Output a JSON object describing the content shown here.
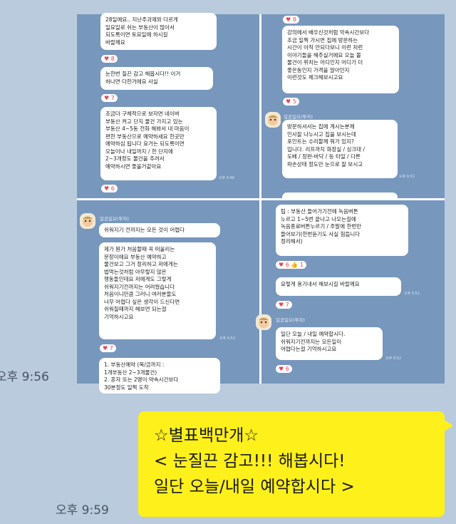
{
  "messages": {
    "image_time": "오후 9:56",
    "text_time": "오후 9:59",
    "text_message": {
      "line1": "☆별표백만개☆",
      "line2": "< 눈질끈 감고!!! 해봅시다!",
      "line3": "일단 오늘/내일 예약합시다 >"
    }
  },
  "screenshot": {
    "tl": {
      "b1": "28일에요.. 지난주과제와 다르게\n일요일로 쉬는 부동산이 많아서\n되도록이면 토요일에 하시길\n바랄께요",
      "h1": "♥ 8",
      "b2": "눈한번 질끈 감고 해봅시다!! 이거\n하나면 다한거에요 사실",
      "h2": "♥ 7",
      "b3": "조금더 구체적으로 보자면 네이버\n부동산 켜고 단지 물건 가지고 있는\n부동산 4~5동 전화 해봐서 내 마음이\n편한 부동산으로 예약하세요 한곳만\n예약하심 됩니다 요거는 되도록이면\n오늘이나 내일까지 / 한 단지에\n2~3개정도 물건을 추려서\n예약하시면 좋을거같아요",
      "h3": "♥ 6",
      "t3": "오후 9:46"
    },
    "tr": {
      "h0": "♥ 8",
      "b1": "강의에서 배우신것처럼 악속시간보다\n조금 일찍 가시면 집에 방문하는\n시간이 아직 안되다보니 이런 저런\n이야기들을 해주실거에요 오늘 볼\n물건이 위치는 어디인지 어디가 더\n좋은동인지 가격을 알아인지\n이런것도 체크해보시고요",
      "h1": "♥ 5",
      "nick": "일공일오(투자)",
      "b2": "방문하셔서는 집에 계시는분께\n인사잘 나누시고 집을 보시는데\n포인트는 수리할께 뭐가 있지?\n입니다. 리프까지 화장실 / 싱크대 /\n도배 / 장판-바닥 / 등 타일 / 다른\n파손상태 정도만 눈으로 잘 보시고",
      "t2": "오후 9:51"
    },
    "bl": {
      "nick": "일공일오(투자)",
      "b1": "쉬워지기 전까지는 모든 것이 어렵다",
      "b2": "제가 뭔가 처음할때 꼭 떠올리는\n문장이에요 부동산 예약하고\n물건보고 그거 정리하고 저에게는\n법먹는것처럼 아무렇지 않은\n행동들인데요 저에게도 그렇게\n쉬워지기전까지는 어려웠습니다\n처음이니만큼 그러니 여러분들도\n너무 어렵다 싶은 생각이 드신다면\n쉬워질때까지 해보면 되는걸\n기억하시고요",
      "h2": "♥ 7",
      "b3": "1. 부동산예약 (목/금까지 :\n1개부동산 2~3개물건)\n2. 혼자 또는 2명이 약속시간보다\n30분정도 일찍 도착",
      "t2": "오후 9:53"
    },
    "br": {
      "b1": "팁 : 부동산 들어가기전에 녹음버튼\n누르고 1~5번 끝나고 나오는길에\n녹음종료버튼누르기 / 주말에 한번만\n들어보기(한번듣기도 사실 힘듭니다\n정리해서)",
      "h1": "♥ 6  👍 1",
      "b2": "요렇게 용기내서 해보시길 바랄께요",
      "t2": "오후 9:51",
      "h2": "♥ 7",
      "nick": "일공일오(투자)",
      "b3": "일단 오늘 / 내일 예약합시다.\n쉬워지기전까지는 모든일이\n어렵다는걸 기억하시고요",
      "t3": "오후 9:52",
      "h3": "♥ 6"
    }
  },
  "colors": {
    "chat_bg": "#b9cbdd",
    "my_bubble": "#fef01b",
    "panel_bg": "#7797bd",
    "heart": "#e5485c"
  }
}
